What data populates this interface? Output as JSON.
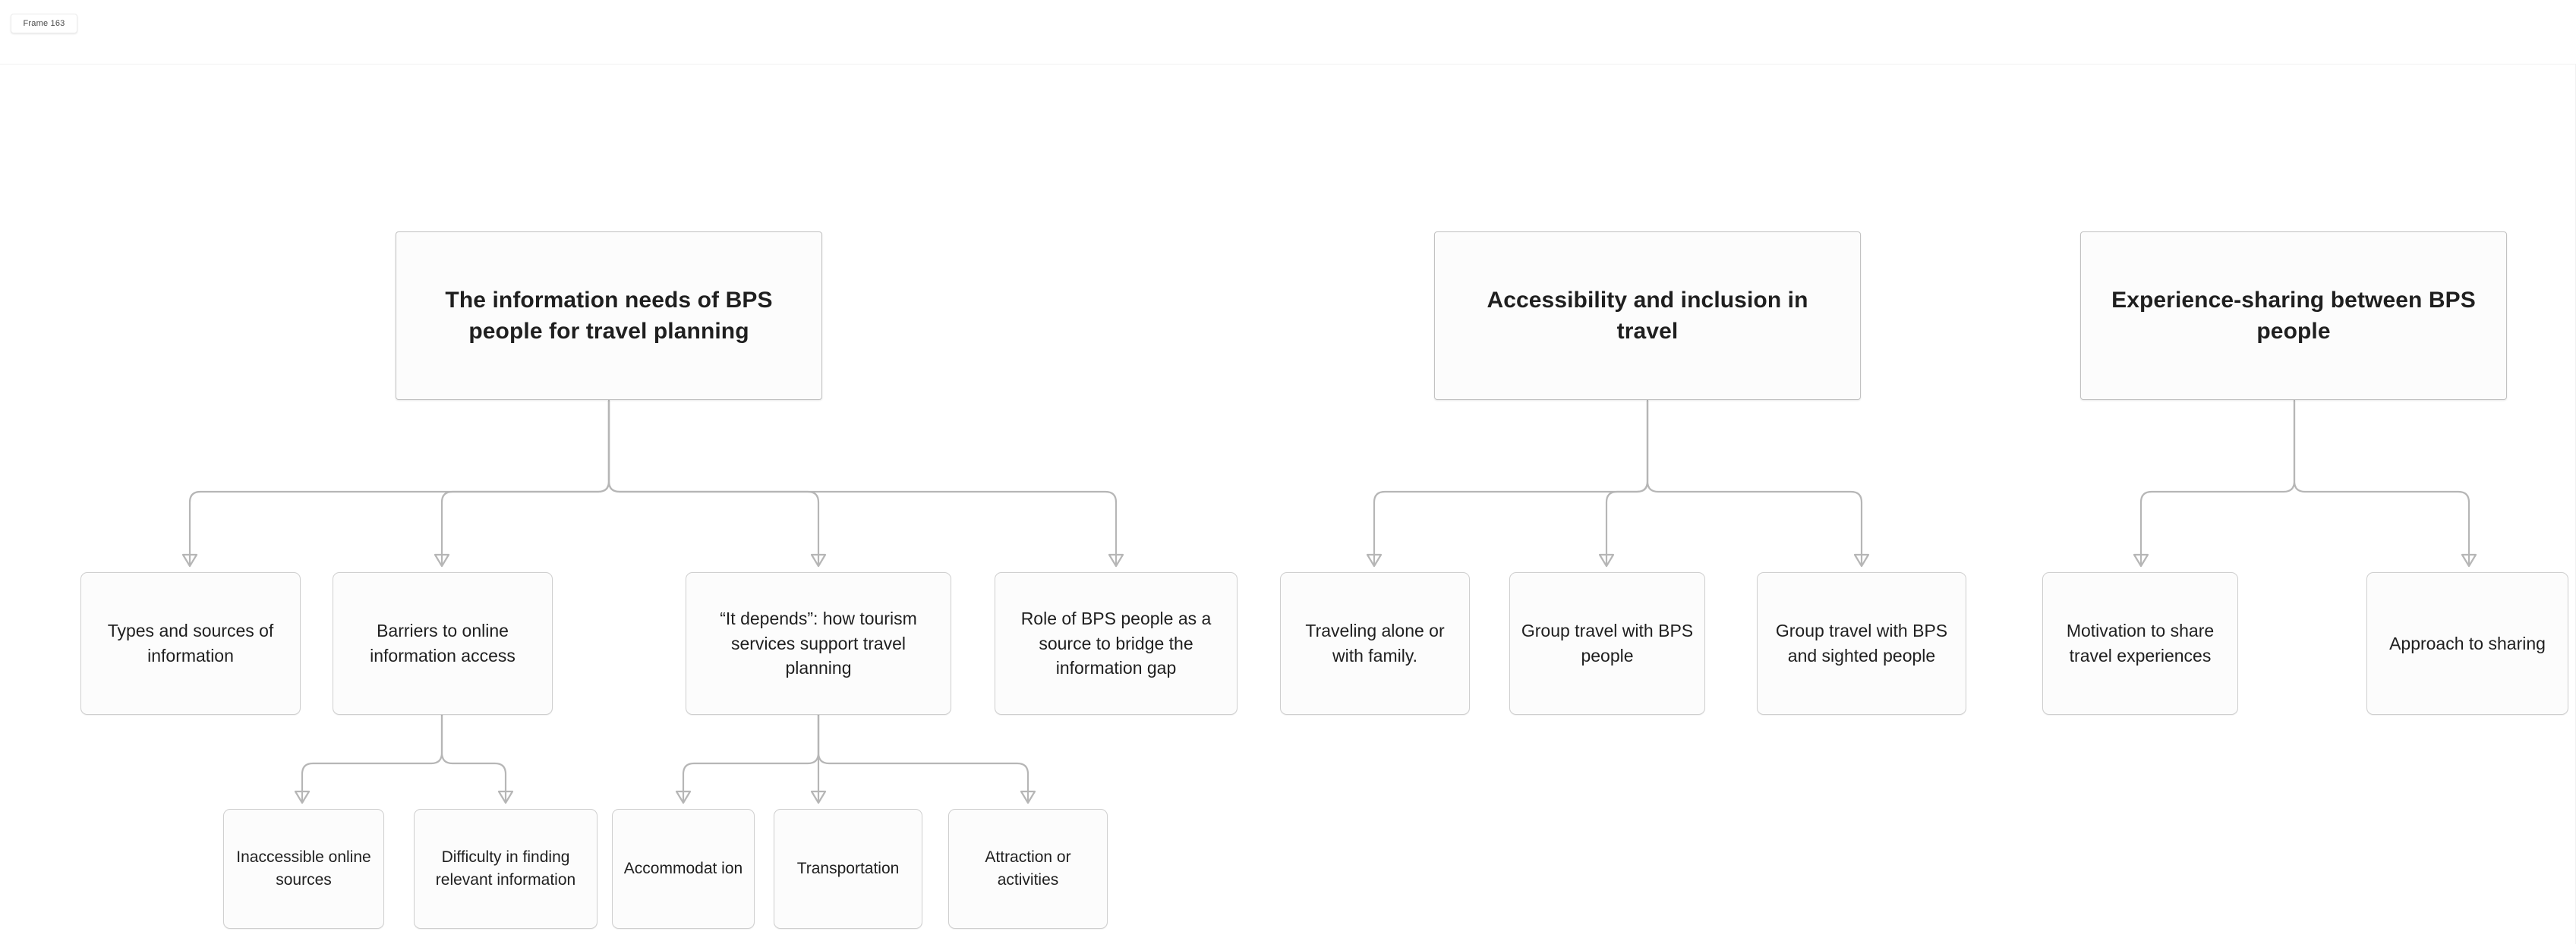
{
  "frame": {
    "label": "Frame 163"
  },
  "colors": {
    "background": "#ffffff",
    "node_fill": "#fcfcfc",
    "node_border": "#cfcfcf",
    "connector": "#b6b6b6",
    "text": "#1f1f1f"
  },
  "diagram": {
    "type": "tree",
    "trees": [
      {
        "root": {
          "id": "t1",
          "label": "The information needs of BPS people for travel planning"
        },
        "children": [
          {
            "id": "t1c1",
            "label": "Types and sources of information",
            "children": []
          },
          {
            "id": "t1c2",
            "label": "Barriers to online information access",
            "children": [
              {
                "id": "t1c2a",
                "label": "Inaccessible online sources"
              },
              {
                "id": "t1c2b",
                "label": "Difficulty in finding relevant information"
              }
            ]
          },
          {
            "id": "t1c3",
            "label": "“It depends”: how tourism services support travel planning",
            "children": [
              {
                "id": "t1c3a",
                "label": "Accommodat ion"
              },
              {
                "id": "t1c3b",
                "label": "Transportation"
              },
              {
                "id": "t1c3c",
                "label": "Attraction or activities"
              }
            ]
          },
          {
            "id": "t1c4",
            "label": "Role of BPS people as a source to bridge the information gap",
            "children": []
          }
        ]
      },
      {
        "root": {
          "id": "t2",
          "label": "Accessibility and inclusion in travel"
        },
        "children": [
          {
            "id": "t2c1",
            "label": "Traveling alone or with family.",
            "children": []
          },
          {
            "id": "t2c2",
            "label": "Group travel with BPS people",
            "children": []
          },
          {
            "id": "t2c3",
            "label": "Group travel with BPS and sighted people",
            "children": []
          }
        ]
      },
      {
        "root": {
          "id": "t3",
          "label": "Experience-sharing between BPS people"
        },
        "children": [
          {
            "id": "t3c1",
            "label": "Motivation to share travel experiences",
            "children": []
          },
          {
            "id": "t3c2",
            "label": "Approach to sharing",
            "children": []
          }
        ]
      }
    ]
  }
}
